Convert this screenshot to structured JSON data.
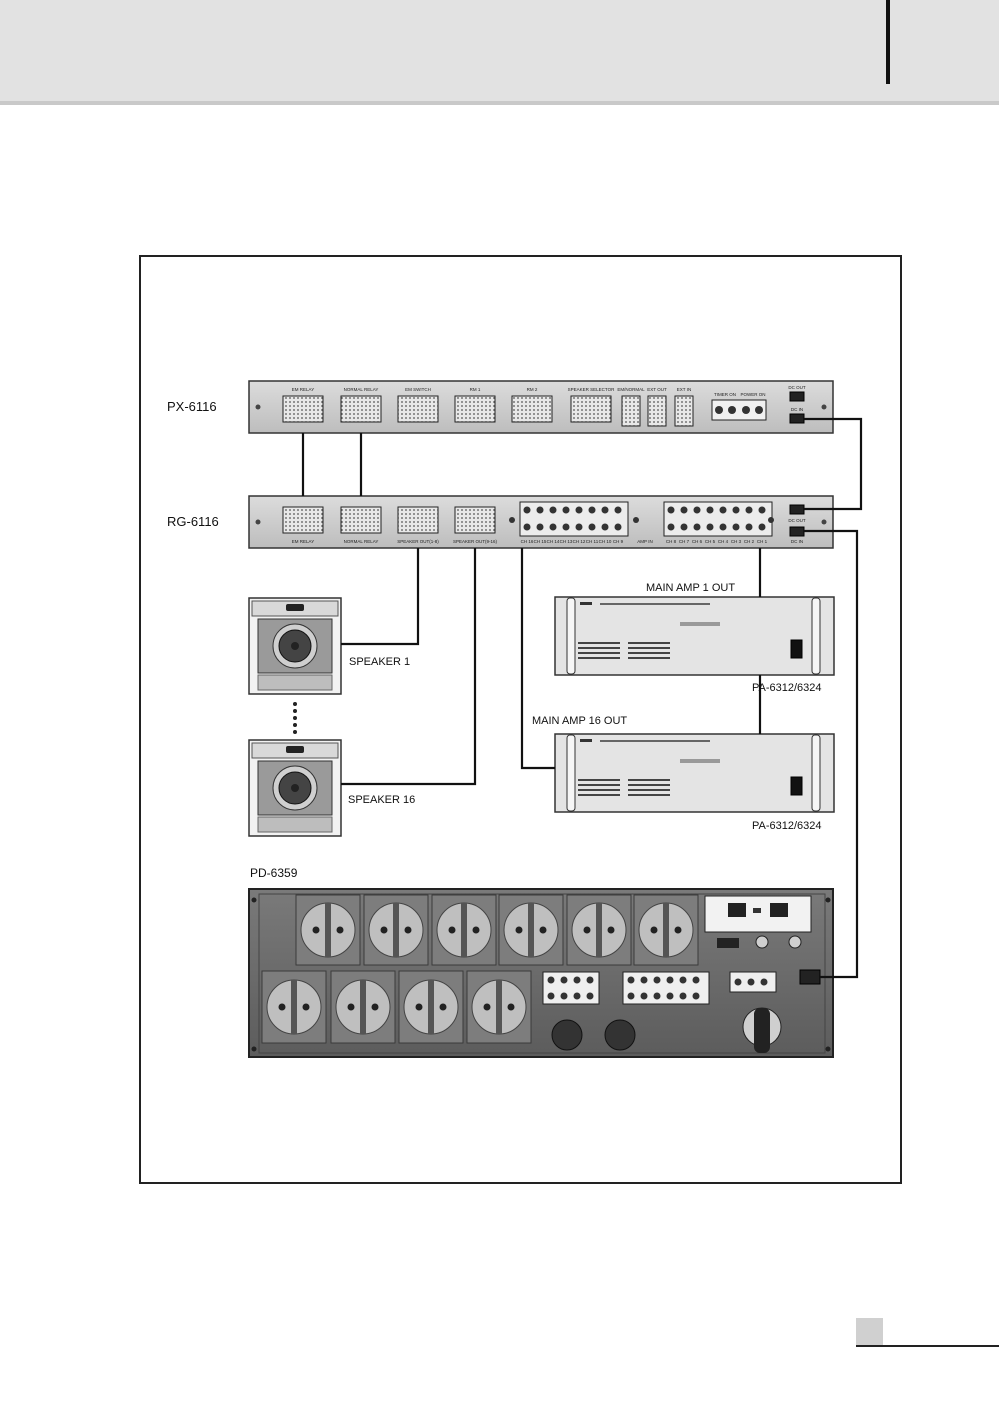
{
  "devices": {
    "px": {
      "name": "PX-6116",
      "ports": [
        "EM RELAY",
        "NORMAL RELAY",
        "EM SWITCH",
        "RM 1",
        "RM 2",
        "SPEAKER SELECTOR",
        "EM/NORMAL",
        "EXT OUT",
        "EXT IN",
        "TIMER ON",
        "POWER ON",
        "DC OUT",
        "DC IN"
      ]
    },
    "rg": {
      "name": "RG-6116",
      "ports": [
        "EM RELAY",
        "NORMAL RELAY",
        "SPEAKER OUT(1-8)",
        "SPEAKER OUT(9-16)",
        "CH 16",
        "CH 15",
        "CH 14",
        "CH 13",
        "CH 12",
        "CH 11",
        "CH 10",
        "CH 9",
        "AMP IN",
        "CH 8",
        "CH 7",
        "CH 6",
        "CH 5",
        "CH 4",
        "CH 3",
        "CH 2",
        "CH 1",
        "DC OUT",
        "DC IN"
      ]
    },
    "amp1": {
      "label": "MAIN AMP 1 OUT",
      "model": "PA-6312/6324"
    },
    "amp16": {
      "label": "MAIN AMP 16 OUT",
      "model": "PA-6312/6324"
    },
    "spk1": {
      "label": "SPEAKER 1"
    },
    "spk16": {
      "label": "SPEAKER 16"
    },
    "pd": {
      "name": "PD-6359"
    }
  }
}
